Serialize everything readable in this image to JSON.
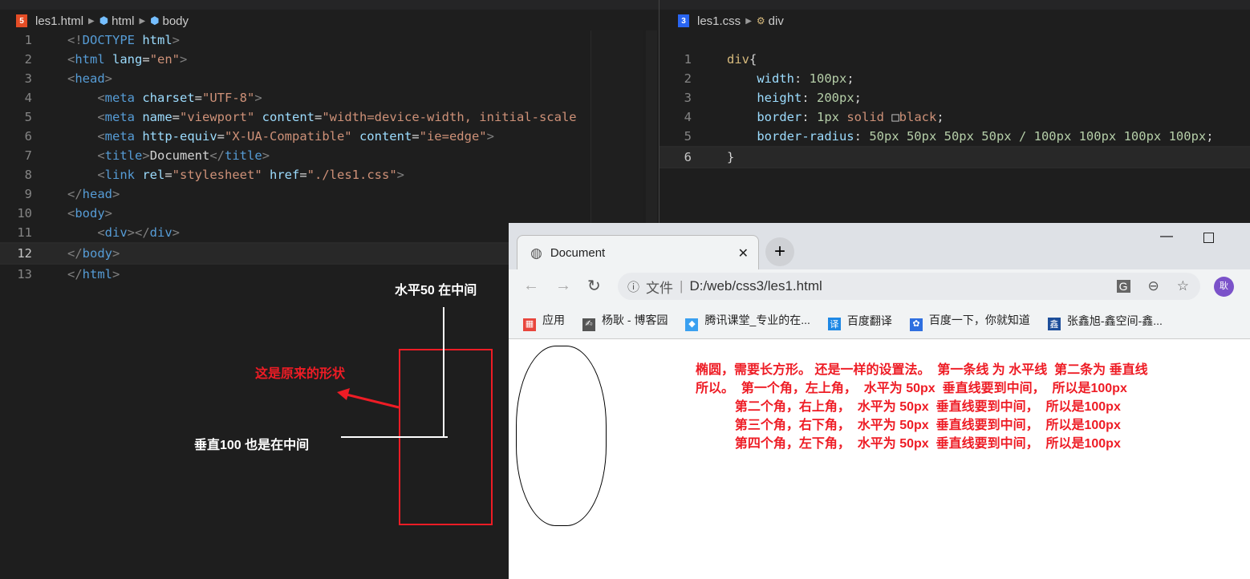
{
  "left_editor": {
    "file": "les1.html",
    "crumbs": [
      "html",
      "body"
    ],
    "lines": [
      [
        [
          "<!",
          "tb"
        ],
        [
          "DOCTYPE",
          "tg"
        ],
        [
          " html",
          "at"
        ],
        [
          ">",
          "tb"
        ]
      ],
      [
        [
          "<",
          "tb"
        ],
        [
          "html",
          "tg"
        ],
        [
          " lang",
          "at"
        ],
        [
          "=",
          "tx"
        ],
        [
          "\"en\"",
          "st"
        ],
        [
          ">",
          "tb"
        ]
      ],
      [
        [
          "<",
          "tb"
        ],
        [
          "head",
          "tg"
        ],
        [
          ">",
          "tb"
        ]
      ],
      [
        [
          "    <",
          "tb"
        ],
        [
          "meta",
          "tg"
        ],
        [
          " charset",
          "at"
        ],
        [
          "=",
          "tx"
        ],
        [
          "\"UTF-8\"",
          "st"
        ],
        [
          ">",
          "tb"
        ]
      ],
      [
        [
          "    <",
          "tb"
        ],
        [
          "meta",
          "tg"
        ],
        [
          " name",
          "at"
        ],
        [
          "=",
          "tx"
        ],
        [
          "\"viewport\"",
          "st"
        ],
        [
          " content",
          "at"
        ],
        [
          "=",
          "tx"
        ],
        [
          "\"width=device-width, initial-scale",
          "st"
        ]
      ],
      [
        [
          "    <",
          "tb"
        ],
        [
          "meta",
          "tg"
        ],
        [
          " http-equiv",
          "at"
        ],
        [
          "=",
          "tx"
        ],
        [
          "\"X-UA-Compatible\"",
          "st"
        ],
        [
          " content",
          "at"
        ],
        [
          "=",
          "tx"
        ],
        [
          "\"ie=edge\"",
          "st"
        ],
        [
          ">",
          "tb"
        ]
      ],
      [
        [
          "    <",
          "tb"
        ],
        [
          "title",
          "tg"
        ],
        [
          ">",
          "tb"
        ],
        [
          "Document",
          "tx"
        ],
        [
          "</",
          "tb"
        ],
        [
          "title",
          "tg"
        ],
        [
          ">",
          "tb"
        ]
      ],
      [
        [
          "    <",
          "tb"
        ],
        [
          "link",
          "tg"
        ],
        [
          " rel",
          "at"
        ],
        [
          "=",
          "tx"
        ],
        [
          "\"stylesheet\"",
          "st"
        ],
        [
          " href",
          "at"
        ],
        [
          "=",
          "tx"
        ],
        [
          "\"./les1.css\"",
          "st"
        ],
        [
          ">",
          "tb"
        ]
      ],
      [
        [
          "</",
          "tb"
        ],
        [
          "head",
          "tg"
        ],
        [
          ">",
          "tb"
        ]
      ],
      [
        [
          "<",
          "tb"
        ],
        [
          "body",
          "tg"
        ],
        [
          ">",
          "tb"
        ]
      ],
      [
        [
          "    <",
          "tb"
        ],
        [
          "div",
          "tg"
        ],
        [
          "></",
          "tb"
        ],
        [
          "div",
          "tg"
        ],
        [
          ">",
          "tb"
        ]
      ],
      [
        [
          "</",
          "tb"
        ],
        [
          "body",
          "tg"
        ],
        [
          ">",
          "tb"
        ]
      ],
      [
        [
          "</",
          "tb"
        ],
        [
          "html",
          "tg"
        ],
        [
          ">",
          "tb"
        ]
      ]
    ],
    "current_line": 12
  },
  "right_editor": {
    "file": "les1.css",
    "crumbs": [
      "div"
    ],
    "lines": [
      [
        [
          "div",
          "sel"
        ],
        [
          "{",
          "tx"
        ]
      ],
      [
        [
          "    width",
          "pr"
        ],
        [
          ": ",
          "tx"
        ],
        [
          "100px",
          "nm"
        ],
        [
          ";",
          "tx"
        ]
      ],
      [
        [
          "    height",
          "pr"
        ],
        [
          ": ",
          "tx"
        ],
        [
          "200px",
          "nm"
        ],
        [
          ";",
          "tx"
        ]
      ],
      [
        [
          "    border",
          "pr"
        ],
        [
          ": ",
          "tx"
        ],
        [
          "1px",
          "nm"
        ],
        [
          " solid ",
          "st"
        ],
        [
          "□",
          "tx"
        ],
        [
          "black",
          "st"
        ],
        [
          ";",
          "tx"
        ]
      ],
      [
        [
          "    border-radius",
          "pr"
        ],
        [
          ": ",
          "tx"
        ],
        [
          "50px 50px 50px 50px / 100px 100px 100px 100px",
          "nm"
        ],
        [
          ";",
          "tx"
        ]
      ],
      [
        [
          "}",
          "tx"
        ]
      ]
    ],
    "current_line": 6
  },
  "annotations": {
    "horizontal": "水平50 在中间",
    "vertical": "垂直100 也是在中间",
    "original": "这是原来的形状"
  },
  "browser": {
    "tab_title": "Document",
    "address_prefix": "文件",
    "url": "D:/web/css3/les1.html",
    "profile": "耿",
    "bookmarks": [
      "应用",
      "杨耿 - 博客园",
      "腾讯课堂_专业的在...",
      "百度翻译",
      "百度一下，你就知道",
      "张鑫旭-鑫空间-鑫..."
    ],
    "notes": [
      "椭圆，需要长方形。 还是一样的设置法。  第一条线 为 水平线  第二条为 垂直线",
      "所以。  第一个角，左上角，  水平为 50px  垂直线要到中间，  所以是100px",
      "           第二个角，右上角，  水平为 50px  垂直线要到中间，  所以是100px",
      "           第三个角，右下角，  水平为 50px  垂直线要到中间，  所以是100px",
      "           第四个角，左下角，  水平为 50px  垂直线要到中间，  所以是100px"
    ]
  }
}
